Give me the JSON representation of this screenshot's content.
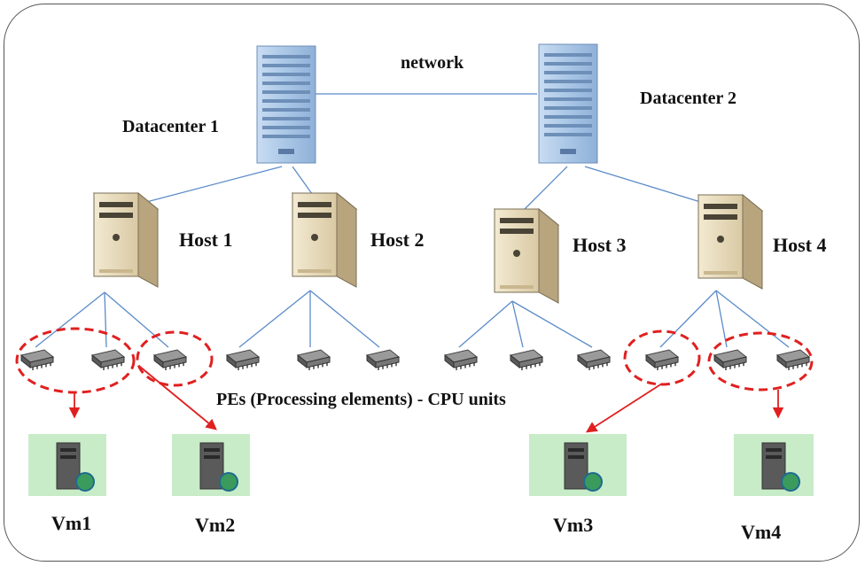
{
  "labels": {
    "network": "network",
    "datacenter1": "Datacenter 1",
    "datacenter2": "Datacenter 2",
    "host1": "Host 1",
    "host2": "Host 2",
    "host3": "Host 3",
    "host4": "Host 4",
    "pes": "PEs (Processing elements) - CPU units",
    "vm1": "Vm1",
    "vm2": "Vm2",
    "vm3": "Vm3",
    "vm4": "Vm4"
  },
  "colors": {
    "connector": "#5b8bc9",
    "highlight": "#e02020",
    "vm_background": "#c8ecc8",
    "datacenter_tower": "#a9c6e6",
    "host_tower": "#e8dcc0"
  },
  "icons": {
    "datacenter": "server-rack-icon",
    "host": "host-tower-icon",
    "pe": "cpu-chip-icon",
    "vm": "virtual-machine-icon"
  }
}
